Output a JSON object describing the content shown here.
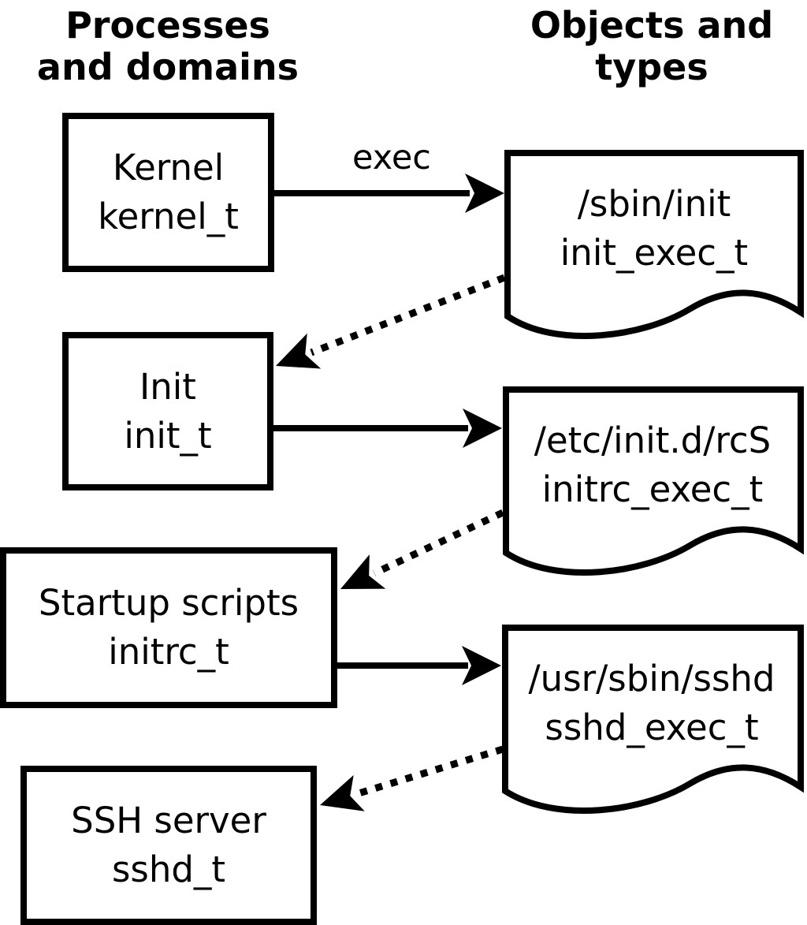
{
  "headers": {
    "left": {
      "line1": "Processes",
      "line2": "and domains"
    },
    "right": {
      "line1": "Objects and",
      "line2": "types"
    }
  },
  "arrow_label": "exec",
  "processes": [
    {
      "name": "Kernel",
      "type": "kernel_t"
    },
    {
      "name": "Init",
      "type": "init_t"
    },
    {
      "name": "Startup scripts",
      "type": "initrc_t"
    },
    {
      "name": "SSH server",
      "type": "sshd_t"
    }
  ],
  "objects": [
    {
      "path": "/sbin/init",
      "type": "init_exec_t"
    },
    {
      "path": "/etc/init.d/rcS",
      "type": "initrc_exec_t"
    },
    {
      "path": "/usr/sbin/sshd",
      "type": "sshd_exec_t"
    }
  ],
  "colors": {
    "line": "#000000",
    "background": "#ffffff"
  }
}
